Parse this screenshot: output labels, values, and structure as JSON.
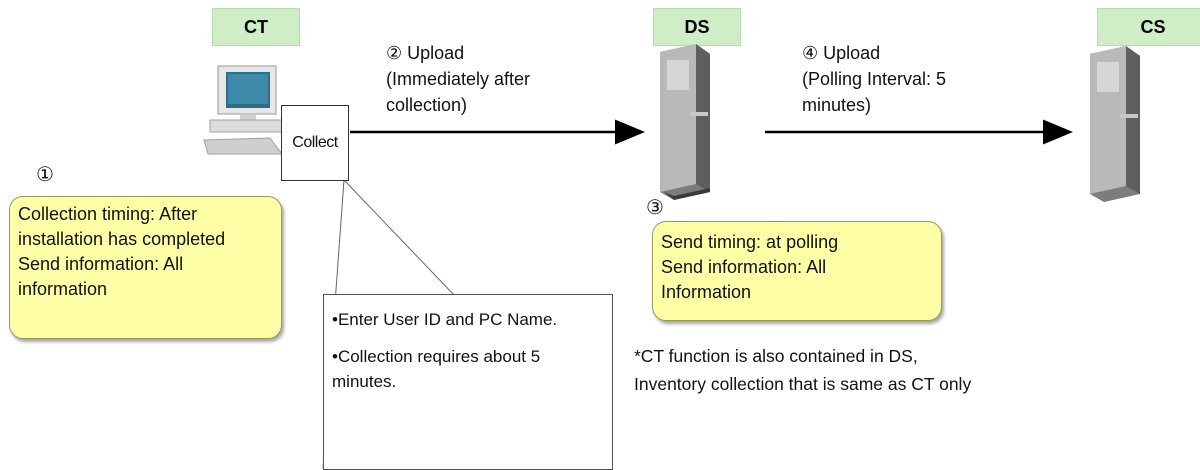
{
  "nodes": {
    "ct": "CT",
    "ds": "DS",
    "cs": "CS"
  },
  "collect_label": "Collect",
  "steps": {
    "step1_marker": "①",
    "step2": "② Upload\n(Immediately after\ncollection)",
    "step3_marker": "③",
    "step4": "④ Upload\n(Polling Interval: 5\nminutes)"
  },
  "notes": {
    "ct_note": "Collection timing: After installation has completed\nSend information: All information",
    "ds_note": "Send timing: at polling\nSend information: All\nInformation"
  },
  "callout": {
    "item1": "•Enter User ID and PC Name.",
    "item2": "•Collection requires about 5 minutes."
  },
  "footnote": "*CT function is also contained in DS,\n    Inventory collection that is same as CT only",
  "colors": {
    "tag_fill": "#cfeec8",
    "note_fill": "#ffffa8"
  }
}
